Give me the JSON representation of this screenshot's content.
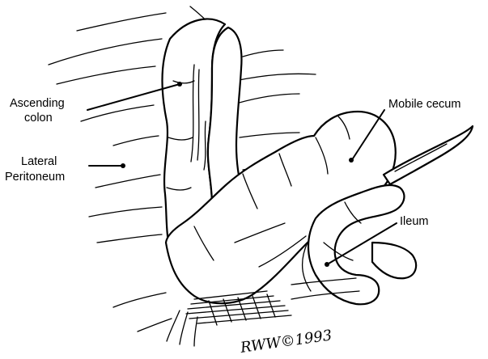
{
  "labels": {
    "ascending_colon_line1": "Ascending",
    "ascending_colon_line2": "colon",
    "lateral_peritoneum_line1": "Lateral",
    "lateral_peritoneum_line2": "Peritoneum",
    "mobile_cecum": "Mobile cecum",
    "ileum": "Ileum"
  },
  "signature": "RWW©1993"
}
